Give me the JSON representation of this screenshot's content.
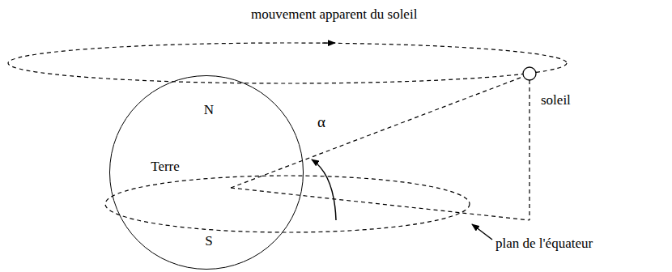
{
  "diagram": {
    "nodes": [
      {
        "text": [
          "N",
          "Terre",
          "S"
        ]
      }
    ],
    "labels": [
      "mouvement apparent du soleil",
      "soleil",
      "α",
      "plan de l'équateur"
    ]
  }
}
